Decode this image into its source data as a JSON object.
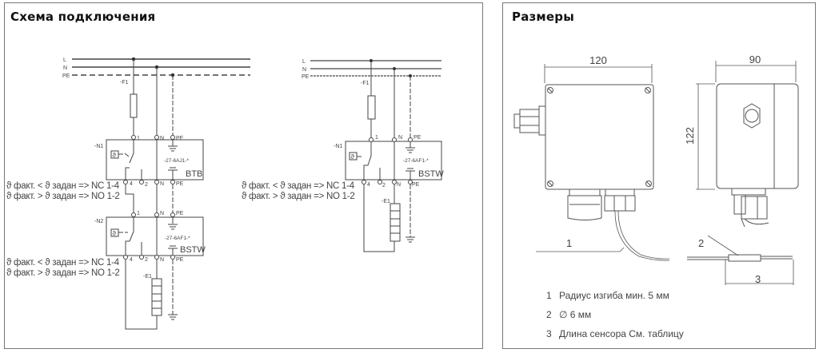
{
  "left_panel": {
    "title": "Схема подключения",
    "bus_labels": [
      "L",
      "N",
      "PE"
    ],
    "diagram1": {
      "fuse": "-F1",
      "unit1": {
        "id": "-N1",
        "code": "-27-6AJ1-*",
        "name": "BTB",
        "terminals_top": [
          "1",
          "N",
          "PE"
        ],
        "terminals_bottom": [
          "4",
          "2",
          "N",
          "PE"
        ]
      },
      "unit2": {
        "id": "-N2",
        "code": "-27-6AF1-*",
        "name": "BSTW",
        "terminals_top": [
          "1",
          "N",
          "PE"
        ],
        "terminals_bottom": [
          "4",
          "2",
          "N",
          "PE"
        ]
      },
      "heater": "-E1",
      "notes": [
        "ϑ факт. < ϑ задан => NC 1-4",
        "ϑ факт. > ϑ задан => NO 1-2"
      ]
    },
    "diagram2": {
      "fuse": "-F1",
      "unit1": {
        "id": "-N1",
        "code": "-27-6AF1-*",
        "name": "BSTW",
        "terminals_top": [
          "1",
          "N",
          "PE"
        ],
        "terminals_bottom": [
          "4",
          "2",
          "N",
          "PE"
        ]
      },
      "heater": "-E1",
      "notes": [
        "ϑ факт. < ϑ задан => NC 1-4",
        "ϑ факт. > ϑ задан => NO 1-2"
      ]
    },
    "sensor_symbol": "ϑ"
  },
  "right_panel": {
    "title": "Размеры",
    "dimensions": {
      "width": "120",
      "depth": "90",
      "height": "122"
    },
    "callouts": [
      "1",
      "2",
      "3"
    ],
    "legend": [
      {
        "num": "1",
        "text": "Радиус изгиба  мин. 5 мм"
      },
      {
        "num": "2",
        "text": "∅ 6 мм"
      },
      {
        "num": "3",
        "text": "Длина сенсора См. таблицу"
      }
    ]
  }
}
